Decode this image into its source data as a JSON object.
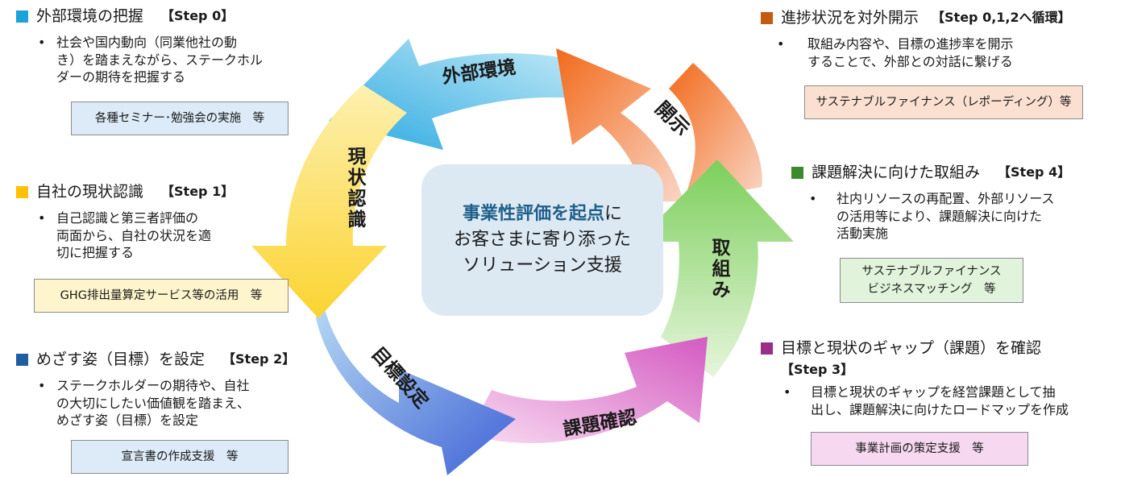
{
  "center": {
    "line1_highlight": "事業性評価を起点",
    "line1_rest": "に",
    "line2": "お客さまに寄り添った",
    "line3": "ソリューション支援"
  },
  "cycle": {
    "external": "外部環境",
    "disclosure": "開示",
    "current": [
      "現",
      "状",
      "認",
      "識"
    ],
    "action": [
      "取",
      "組",
      "み"
    ],
    "goal": "目標設定",
    "issue": "課題確認"
  },
  "colors": {
    "step0": "#1aa2d9",
    "step1": "#ffc000",
    "step2": "#1f5f9f",
    "disclose": "#c55a11",
    "step4": "#3b8a2f",
    "step3": "#9b2d8a"
  },
  "panels": {
    "step0": {
      "title": "外部環境の把握",
      "step": "【Step 0】",
      "bullet": "社会や国内動向（同業他社の動\nき）を踏まえながら、ステークホル\nダーの期待を把握する",
      "box": "各種セミナー･勉強会の実施　等"
    },
    "step1": {
      "title": "自社の現状認識",
      "step": "【Step 1】",
      "bullet": "自己認識と第三者評価の\n両面から、自社の状況を適\n切に把握する",
      "box": "GHG排出量算定サービス等の活用　等"
    },
    "step2": {
      "title": "めざす姿（目標）を設定",
      "step": "【Step 2】",
      "bullet": "ステークホルダーの期待や、自社\nの大切にしたい価値観を踏まえ、\nめざす姿（目標）を設定",
      "box": "宣言書の作成支援　等"
    },
    "disclose": {
      "title": "進捗状況を対外開示",
      "step": "【Step 0,1,2へ循環】",
      "bullet": "取組み内容や、目標の進捗率を開示\nすることで、外部との対話に繋げる",
      "box": "サステナブルファイナンス（レポーディング）等"
    },
    "step4": {
      "title": "課題解決に向けた取組み",
      "step": "【Step 4】",
      "bullet": "社内リソースの再配置、外部リソース\nの活用等により、課題解決に向けた\n活動実施",
      "box": "サステナブルファイナンス\nビジネスマッチング　等"
    },
    "step3": {
      "title": "目標と現状のギャップ（課題）を確認",
      "step": "【Step 3】",
      "bullet": "目標と現状のギャップを経営課題として抽\n出し、課題解決に向けたロードマップを作成",
      "box": "事業計画の策定支援　等"
    }
  }
}
